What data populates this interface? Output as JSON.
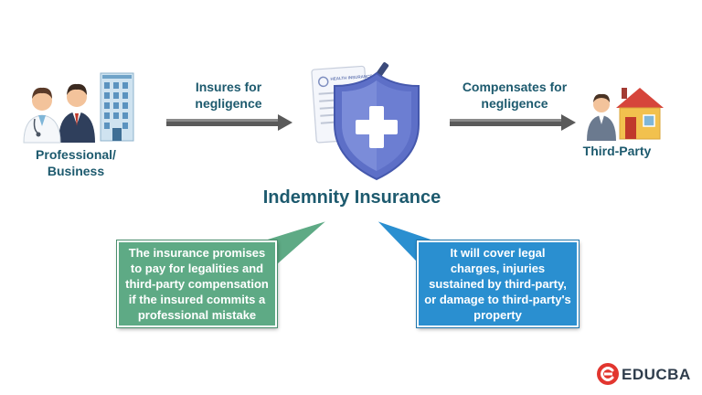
{
  "diagram": {
    "title": "Indemnity Insurance",
    "left_party": "Professional/ Business",
    "right_party": "Third-Party",
    "arrow_left_label": "Insures for negligence",
    "arrow_right_label": "Compensates for negligence",
    "left_callout": "The insurance promises to pay for legalities and third-party compensation if the insured commits a professional mistake",
    "right_callout": "It will cover legal charges, injuries sustained by third-party, or damage to third-party's property",
    "document_label": "HEALTH INSURANCE"
  },
  "brand": {
    "name": "EDUCBA"
  },
  "colors": {
    "title_text": "#1d5a6e",
    "green_callout": "#5eaa85",
    "blue_callout": "#2a8fd0",
    "shield": "#5d6fc7",
    "arrow": "#555555",
    "logo_red": "#e2362f"
  },
  "icons": {
    "left": "professional-people-and-building-icon",
    "center": "shield-with-cross-and-document-icon",
    "right": "person-and-house-icon",
    "logo": "educba-logo-icon"
  }
}
